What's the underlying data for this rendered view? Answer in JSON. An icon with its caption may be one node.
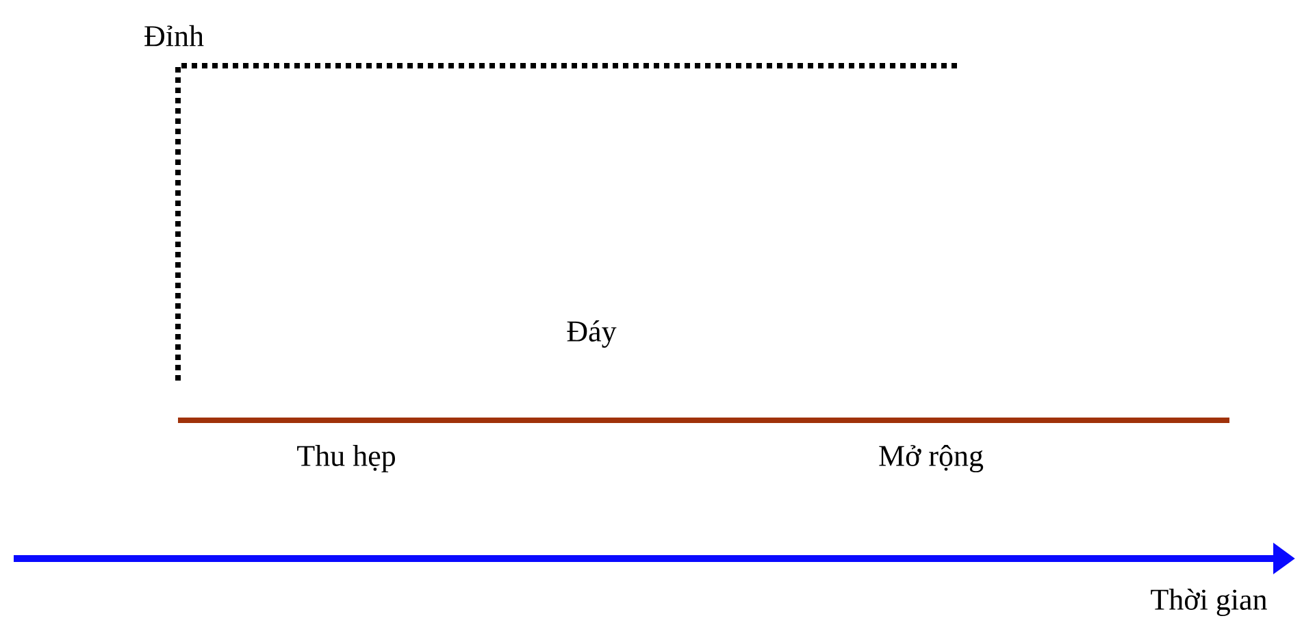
{
  "diagram": {
    "labels": [
      "Đỉnh",
      "Đáy",
      "Thu hẹp",
      "Mở rộng",
      "Thời gian"
    ]
  }
}
